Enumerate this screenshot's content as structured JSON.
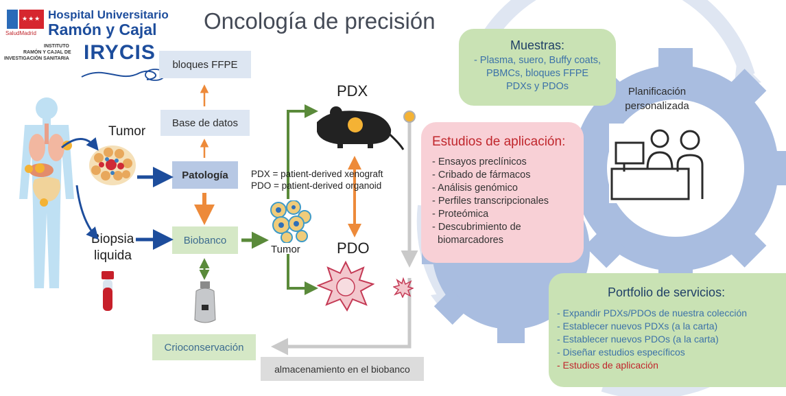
{
  "logos": {
    "hospital_line1": "Hospital Universitario",
    "hospital_line2": "Ramón y Cajal",
    "salud": "SaludMadrid",
    "instituto_line1": "INSTITUTO",
    "instituto_line2": "RAMÓN Y CAJAL DE",
    "instituto_line3": "INVESTIGACIÓN SANITARIA",
    "irycis": "IRYCIS"
  },
  "title": "Oncología de precisión",
  "workflow": {
    "bloques": "bloques FFPE",
    "base_datos": "Base de datos",
    "patologia": "Patología",
    "biobanco": "Biobanco",
    "crioconservacion": "Crioconservación",
    "almacenamiento": "almacenamiento en el biobanco",
    "tumor_label": "Tumor",
    "biopsia_line1": "Biopsia",
    "biopsia_line2": "liquida",
    "tumor_small": "Tumor",
    "pdx": "PDX",
    "pdo": "PDO",
    "pdx_def": "PDX = patient-derived xenograft",
    "pdo_def": "PDO = patient-derived organoid"
  },
  "muestras": {
    "title": "Muestras:",
    "lines": [
      "- Plasma, suero, Buffy coats,",
      "PBMCs, bloques FFPE",
      "PDXs y PDOs"
    ]
  },
  "planificacion": {
    "line1": "Planificación",
    "line2": "personalizada"
  },
  "estudios": {
    "title": "Estudios de aplicación:",
    "items": [
      "- Ensayos preclínicos",
      "- Cribado de fármacos",
      "- Análisis genómico",
      "- Perfiles transcripcionales",
      "- Proteómica",
      "- Descubrimiento de",
      "  biomarcadores"
    ]
  },
  "portfolio": {
    "title": "Portfolio de servicios:",
    "items": [
      "- Expandir PDXs/PDOs de nuestra colección",
      "- Establecer nuevos PDXs (a la carta)",
      "- Establecer nuevos PDOs (a la carta)",
      "- Diseñar estudios específicos"
    ],
    "highlight": "- Estudios de aplicación"
  },
  "colors": {
    "navy": "#1d4d9c",
    "orange": "#ed8a3a",
    "green_arrow": "#5a8a3a",
    "red_text": "#c0262c",
    "gear": "#a9bde0"
  }
}
